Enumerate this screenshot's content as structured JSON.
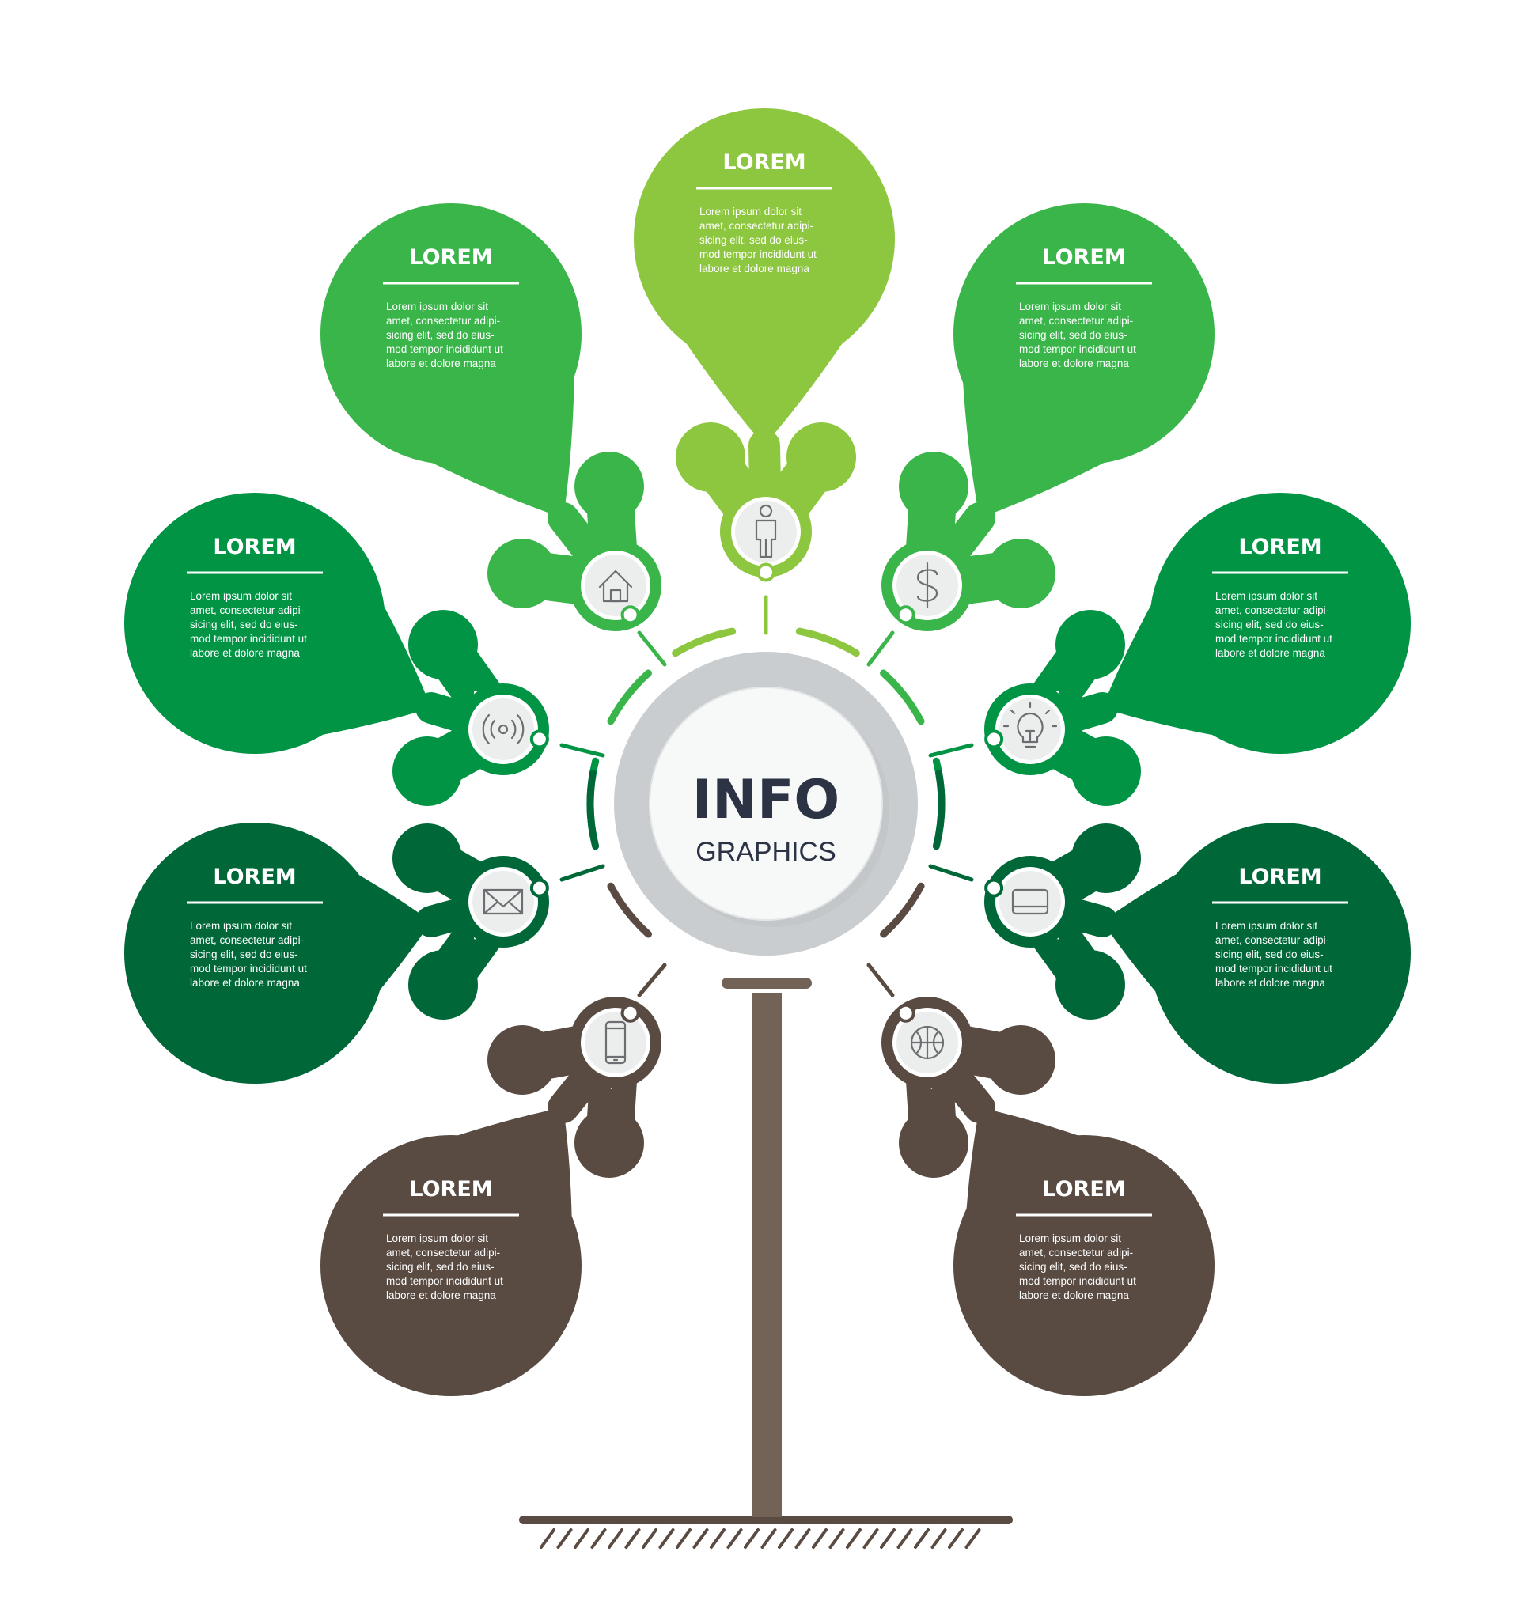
{
  "center": {
    "title": "INFO",
    "subtitle": "GRAPHICS"
  },
  "colors": {
    "light_green": "#8dc63f",
    "green": "#39b54a",
    "mid_green": "#009444",
    "dark_green": "#006838",
    "brown": "#594a42",
    "trunk": "#736357",
    "ring_gray": "#c9cdcf",
    "icon_gray": "#6d6e71",
    "text_dark": "#2b3345"
  },
  "petals": [
    {
      "id": "top",
      "title": "LOREM",
      "icon": "person-icon",
      "color": "light_green",
      "lines": [
        "Lorem ipsum dolor sit",
        "amet, consectetur adipi-",
        "sicing elit, sed do eius-",
        "mod tempor incididunt ut",
        "labore et dolore magna"
      ]
    },
    {
      "id": "upper-left",
      "title": "LOREM",
      "icon": "home-icon",
      "color": "green",
      "lines": [
        "Lorem ipsum dolor sit",
        "amet, consectetur adipi-",
        "sicing elit, sed do eius-",
        "mod tempor incididunt ut",
        "labore et dolore magna"
      ]
    },
    {
      "id": "upper-right",
      "title": "LOREM",
      "icon": "dollar-icon",
      "color": "green",
      "lines": [
        "Lorem ipsum dolor sit",
        "amet, consectetur adipi-",
        "sicing elit, sed do eius-",
        "mod tempor incididunt ut",
        "labore et dolore magna"
      ]
    },
    {
      "id": "mid-left",
      "title": "LOREM",
      "icon": "broadcast-icon",
      "color": "mid_green",
      "lines": [
        "Lorem ipsum dolor sit",
        "amet, consectetur adipi-",
        "sicing elit, sed do eius-",
        "mod tempor incididunt ut",
        "labore et dolore magna"
      ]
    },
    {
      "id": "mid-right",
      "title": "LOREM",
      "icon": "lightbulb-icon",
      "color": "mid_green",
      "lines": [
        "Lorem ipsum dolor sit",
        "amet, consectetur adipi-",
        "sicing elit, sed do eius-",
        "mod tempor incididunt ut",
        "labore et dolore magna"
      ]
    },
    {
      "id": "low-left",
      "title": "LOREM",
      "icon": "envelope-icon",
      "color": "dark_green",
      "lines": [
        "Lorem ipsum dolor sit",
        "amet, consectetur adipi-",
        "sicing elit, sed do eius-",
        "mod tempor incididunt ut",
        "labore et dolore magna"
      ]
    },
    {
      "id": "low-right",
      "title": "LOREM",
      "icon": "credit-card-icon",
      "color": "dark_green",
      "lines": [
        "Lorem ipsum dolor sit",
        "amet, consectetur adipi-",
        "sicing elit, sed do eius-",
        "mod tempor incididunt ut",
        "labore et dolore magna"
      ]
    },
    {
      "id": "bottom-left",
      "title": "LOREM",
      "icon": "smartphone-icon",
      "color": "brown",
      "lines": [
        "Lorem ipsum dolor sit",
        "amet, consectetur adipi-",
        "sicing elit, sed do eius-",
        "mod tempor incididunt ut",
        "labore et dolore magna"
      ]
    },
    {
      "id": "bottom-right",
      "title": "LOREM",
      "icon": "basketball-icon",
      "color": "brown",
      "lines": [
        "Lorem ipsum dolor sit",
        "amet, consectetur adipi-",
        "sicing elit, sed do eius-",
        "mod tempor incididunt ut",
        "labore et dolore magna"
      ]
    }
  ]
}
